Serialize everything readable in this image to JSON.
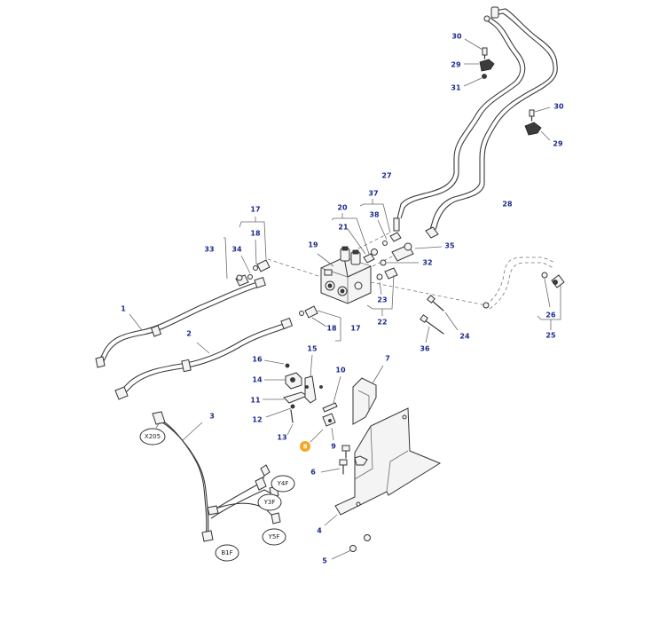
{
  "callouts": [
    {
      "id": "c1",
      "label": "1"
    },
    {
      "id": "c2",
      "label": "2"
    },
    {
      "id": "c3",
      "label": "3"
    },
    {
      "id": "c4",
      "label": "4"
    },
    {
      "id": "c5",
      "label": "5"
    },
    {
      "id": "c6",
      "label": "6"
    },
    {
      "id": "c7",
      "label": "7"
    },
    {
      "id": "c9",
      "label": "9"
    },
    {
      "id": "c10",
      "label": "10"
    },
    {
      "id": "c11",
      "label": "11"
    },
    {
      "id": "c12",
      "label": "12"
    },
    {
      "id": "c13",
      "label": "13"
    },
    {
      "id": "c14",
      "label": "14"
    },
    {
      "id": "c15",
      "label": "15"
    },
    {
      "id": "c16",
      "label": "16"
    },
    {
      "id": "c17a",
      "label": "17"
    },
    {
      "id": "c17b",
      "label": "17"
    },
    {
      "id": "c18a",
      "label": "18"
    },
    {
      "id": "c18b",
      "label": "18"
    },
    {
      "id": "c19",
      "label": "19"
    },
    {
      "id": "c20",
      "label": "20"
    },
    {
      "id": "c21",
      "label": "21"
    },
    {
      "id": "c22",
      "label": "22"
    },
    {
      "id": "c23",
      "label": "23"
    },
    {
      "id": "c24",
      "label": "24"
    },
    {
      "id": "c25",
      "label": "25"
    },
    {
      "id": "c26",
      "label": "26"
    },
    {
      "id": "c27",
      "label": "27"
    },
    {
      "id": "c28",
      "label": "28"
    },
    {
      "id": "c29a",
      "label": "29"
    },
    {
      "id": "c29b",
      "label": "29"
    },
    {
      "id": "c30a",
      "label": "30"
    },
    {
      "id": "c30b",
      "label": "30"
    },
    {
      "id": "c31",
      "label": "31"
    },
    {
      "id": "c32",
      "label": "32"
    },
    {
      "id": "c33",
      "label": "33"
    },
    {
      "id": "c34",
      "label": "34"
    },
    {
      "id": "c35",
      "label": "35"
    },
    {
      "id": "c36",
      "label": "36"
    },
    {
      "id": "c37",
      "label": "37"
    },
    {
      "id": "c38",
      "label": "38"
    }
  ],
  "connectors": {
    "x205": "X205",
    "y4f": "Y4F",
    "y3f": "Y3F",
    "y5f": "Y5F",
    "b1f": "B1F"
  },
  "highlight": {
    "label": "8",
    "color": "#f5a623"
  },
  "colors": {
    "callout": "#1a2a8c",
    "line": "#3a3a3a"
  }
}
